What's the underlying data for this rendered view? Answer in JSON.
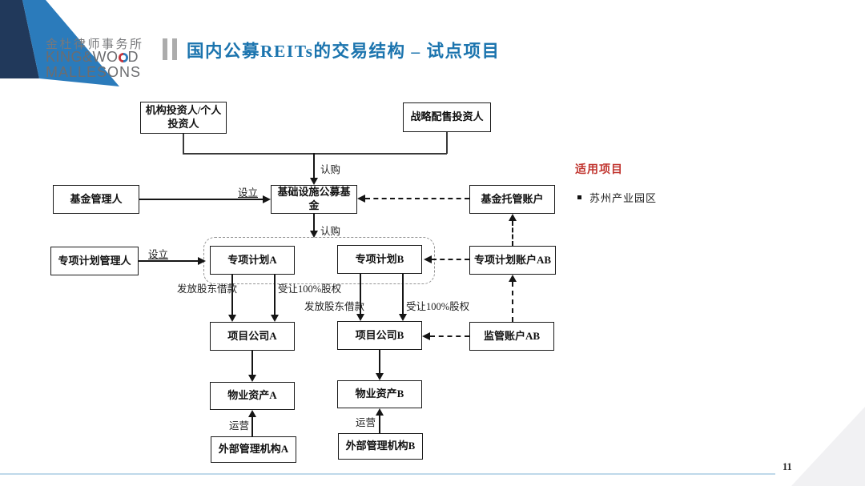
{
  "slide": {
    "title": "国内公募REITs的交易结构 – 试点项目",
    "page_number": "11"
  },
  "logo": {
    "cn_name": "金杜律师事务所",
    "en_line1_pre": "KING&WO",
    "en_line1_post": "D",
    "en_line2": "MALLESONS"
  },
  "side_panel": {
    "title": "适用项目",
    "items": [
      "苏州产业园区"
    ]
  },
  "diagram": {
    "nodes": {
      "institutional_investor": "机构投资人/个人投资人",
      "strategic_investor": "战略配售投资人",
      "fund_manager": "基金管理人",
      "infrastructure_fund": "基础设施公募基金",
      "fund_custody_account": "基金托管账户",
      "plan_manager": "专项计划管理人",
      "plan_a": "专项计划A",
      "plan_b": "专项计划B",
      "plan_account_ab": "专项计划账户AB",
      "project_company_a": "项目公司A",
      "project_company_b": "项目公司B",
      "supervision_account_ab": "监管账户AB",
      "property_asset_a": "物业资产A",
      "property_asset_b": "物业资产B",
      "external_manager_a": "外部管理机构A",
      "external_manager_b": "外部管理机构B"
    },
    "edge_labels": {
      "subscribe": "认购",
      "establish": "设立",
      "shareholder_loan": "发放股东借款",
      "equity_transfer": "受让100%股权",
      "operate": "运营"
    }
  },
  "colors": {
    "title_blue": "#1b74ae",
    "accent_red": "#c1352f",
    "footer_line_blue": "#bfd9ea",
    "logo_navy": "#21395b",
    "logo_blue": "#2b7bbb"
  }
}
